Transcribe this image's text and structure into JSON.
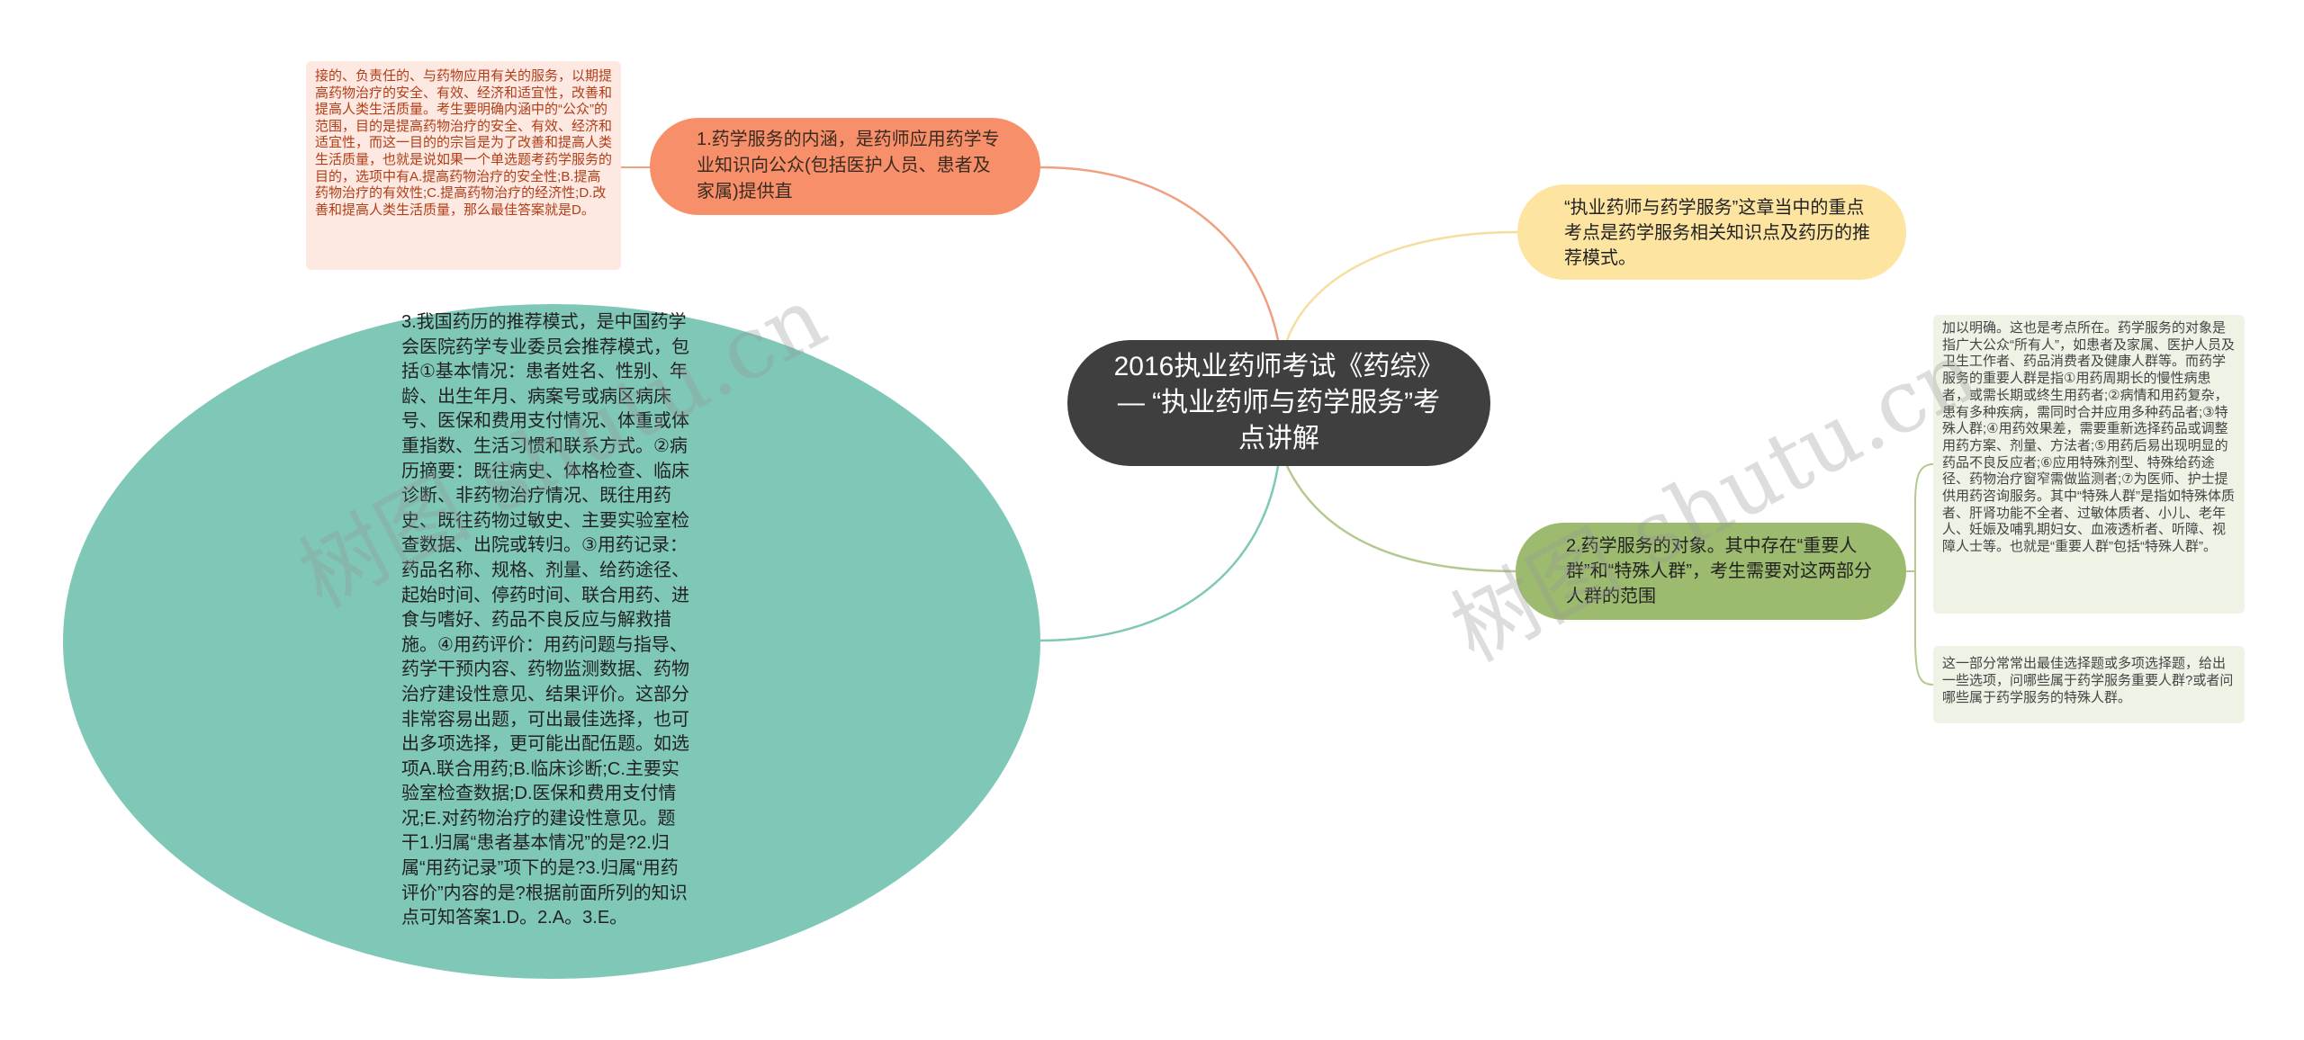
{
  "center": {
    "title": "2016执业药师考试《药综》— “执业药师与药学服务”考点讲解"
  },
  "branches": {
    "b1": {
      "text": "1.药学服务的内涵，是药师应用药学专业知识向公众(包括医护人员、患者及家属)提供直",
      "leaf": "接的、负责任的、与药物应用有关的服务，以期提高药物治疗的安全、有效、经济和适宜性，改善和提高人类生活质量。考生要明确内涵中的“公众”的范围，目的是提高药物治疗的安全、有效、经济和适宜性，而这一目的的宗旨是为了改善和提高人类生活质量，也就是说如果一个单选题考药学服务的目的，选项中有A.提高药物治疗的安全性;B.提高药物治疗的有效性;C.提高药物治疗的经济性;D.改善和提高人类生活质量，那么最佳答案就是D。"
    },
    "b3": {
      "text": "3.我国药历的推荐模式，是中国药学会医院药学专业委员会推荐模式，包括①基本情况：患者姓名、性别、年龄、出生年月、病案号或病区病床号、医保和费用支付情况、体重或体重指数、生活习惯和联系方式。②病历摘要：既往病史、体格检查、临床诊断、非药物治疗情况、既往用药史、既往药物过敏史、主要实验室检查数据、出院或转归。③用药记录：药品名称、规格、剂量、给药途径、起始时间、停药时间、联合用药、进食与嗜好、药品不良反应与解救措施。④用药评价：用药问题与指导、药学干预内容、药物监测数据、药物治疗建设性意见、结果评价。这部分非常容易出题，可出最佳选择，也可出多项选择，更可能出配伍题。如选项A.联合用药;B.临床诊断;C.主要实验室检查数据;D.医保和费用支付情况;E.对药物治疗的建设性意见。题干1.归属“患者基本情况”的是?2.归属“用药记录”项下的是?3.归属“用药评价”内容的是?根据前面所列的知识点可知答案1.D。2.A。3.E。"
    },
    "top": {
      "text": "“执业药师与药学服务”这章当中的重点考点是药学服务相关知识点及药历的推荐模式。"
    },
    "b2": {
      "text": "2.药学服务的对象。其中存在“重要人群”和“特殊人群”，考生需要对这两部分人群的范围",
      "leaf_a": "加以明确。这也是考点所在。药学服务的对象是指广大公众“所有人”，如患者及家属、医护人员及卫生工作者、药品消费者及健康人群等。而药学服务的重要人群是指①用药周期长的慢性病患者，或需长期或终生用药者;②病情和用药复杂，患有多种疾病，需同时合并应用多种药品者;③特殊人群;④用药效果差，需要重新选择药品或调整用药方案、剂量、方法者;⑤用药后易出现明显的药品不良反应者;⑥应用特殊剂型、特殊给药途径、药物治疗窗窄需做监测者;⑦为医师、护士提供用药咨询服务。其中“特殊人群”是指如特殊体质者、肝肾功能不全者、过敏体质者、小儿、老年人、妊娠及哺乳期妇女、血液透析者、听障、视障人士等。也就是“重要人群”包括“特殊人群”。",
      "leaf_b": "这一部分常常出最佳选择题或多项选择题，给出一些选项，问哪些属于药学服务重要人群?或者问哪些属于药学服务的特殊人群。"
    }
  },
  "watermark": "树图 shutu.cn",
  "colors": {
    "center": "#3f3f3f",
    "b1": "#f7906a",
    "b3": "#7fc8b8",
    "top": "#fde4a1",
    "b2": "#9cbb6f",
    "leaf1_bg": "#fde9e2",
    "leaf2_bg": "#eef3e6"
  }
}
